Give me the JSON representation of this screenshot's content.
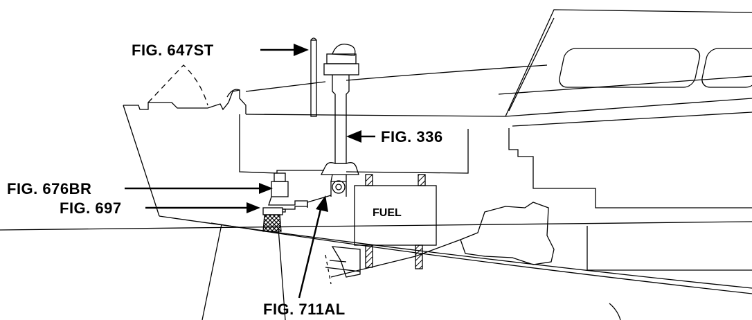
{
  "labels": {
    "fig_647st": "FIG. 647ST",
    "fig_336": "FIG. 336",
    "fig_676br": "FIG. 676BR",
    "fig_697": "FIG. 697",
    "fig_711al": "FIG. 711AL",
    "fuel": "FUEL"
  },
  "colors": {
    "line": "#000000",
    "background": "#ffffff"
  }
}
